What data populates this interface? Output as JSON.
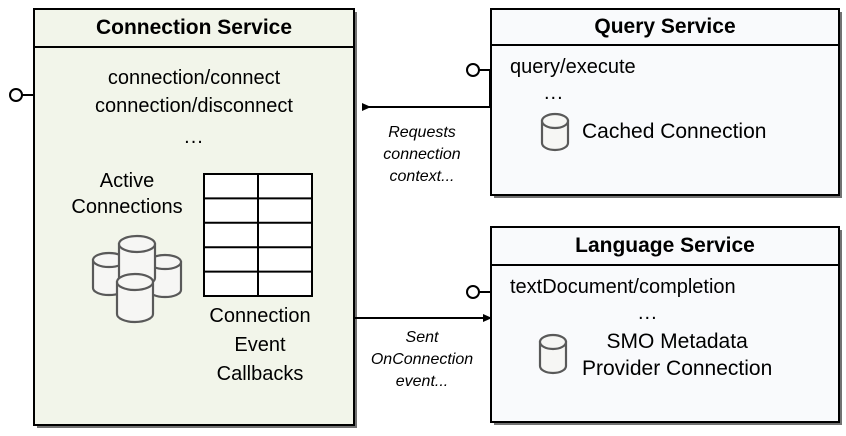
{
  "diagram": {
    "type": "component-diagram",
    "colors": {
      "connection_service_fill": "#f2f5ea",
      "service_fill": "#f9fafc",
      "stroke": "#000000",
      "icon_stroke": "#595959",
      "icon_fill": "#f6f6f4"
    },
    "components": [
      {
        "id": "connection-service",
        "title": "Connection Service",
        "operations": [
          "connection/connect",
          "connection/disconnect"
        ],
        "ellipsis": "...",
        "elements": [
          {
            "name": "active-connections",
            "label": "Active\nConnections",
            "icon": "database-cluster-icon"
          },
          {
            "name": "connection-event-callbacks",
            "label": "Connection\nEvent\nCallbacks",
            "icon": "table-grid-icon",
            "table_rows": 5,
            "table_cols": 2
          }
        ],
        "provided_interface": "lollipop-connector"
      },
      {
        "id": "query-service",
        "title": "Query Service",
        "operations": [
          "query/execute"
        ],
        "ellipsis": "...",
        "elements": [
          {
            "name": "cached-connection",
            "label": "Cached Connection",
            "icon": "database-icon"
          }
        ],
        "provided_interface": "lollipop-connector"
      },
      {
        "id": "language-service",
        "title": "Language Service",
        "operations": [
          "textDocument/completion"
        ],
        "ellipsis": "...",
        "elements": [
          {
            "name": "smo-metadata-provider-connection",
            "label": "SMO Metadata\nProvider Connection",
            "icon": "database-icon"
          }
        ],
        "provided_interface": "lollipop-connector"
      }
    ],
    "connections": [
      {
        "id": "query-to-connection",
        "from": "query-service",
        "to": "connection-service",
        "direction": "left",
        "label": "Requests\nconnection\ncontext..."
      },
      {
        "id": "connection-to-language",
        "from": "connection-service",
        "to": "language-service",
        "direction": "right",
        "label": "Sent\nOnConnection\nevent..."
      }
    ]
  },
  "labels": {
    "connection_service_title": "Connection Service",
    "connection_service_ops_line1": "connection/connect",
    "connection_service_ops_line2": "connection/disconnect",
    "connection_service_ellipsis": "...",
    "active_connections_line1": "Active",
    "active_connections_line2": "Connections",
    "callbacks_line1": "Connection",
    "callbacks_line2": "Event",
    "callbacks_line3": "Callbacks",
    "query_service_title": "Query Service",
    "query_service_op": "query/execute",
    "query_service_ellipsis": "...",
    "cached_connection": "Cached Connection",
    "language_service_title": "Language Service",
    "language_service_op": "textDocument/completion",
    "language_service_ellipsis": "...",
    "smo_line1": "SMO Metadata",
    "smo_line2": "Provider Connection",
    "edge_requests_line1": "Requests",
    "edge_requests_line2": "connection",
    "edge_requests_line3": "context...",
    "edge_sent_line1": "Sent",
    "edge_sent_line2": "OnConnection",
    "edge_sent_line3": "event..."
  }
}
